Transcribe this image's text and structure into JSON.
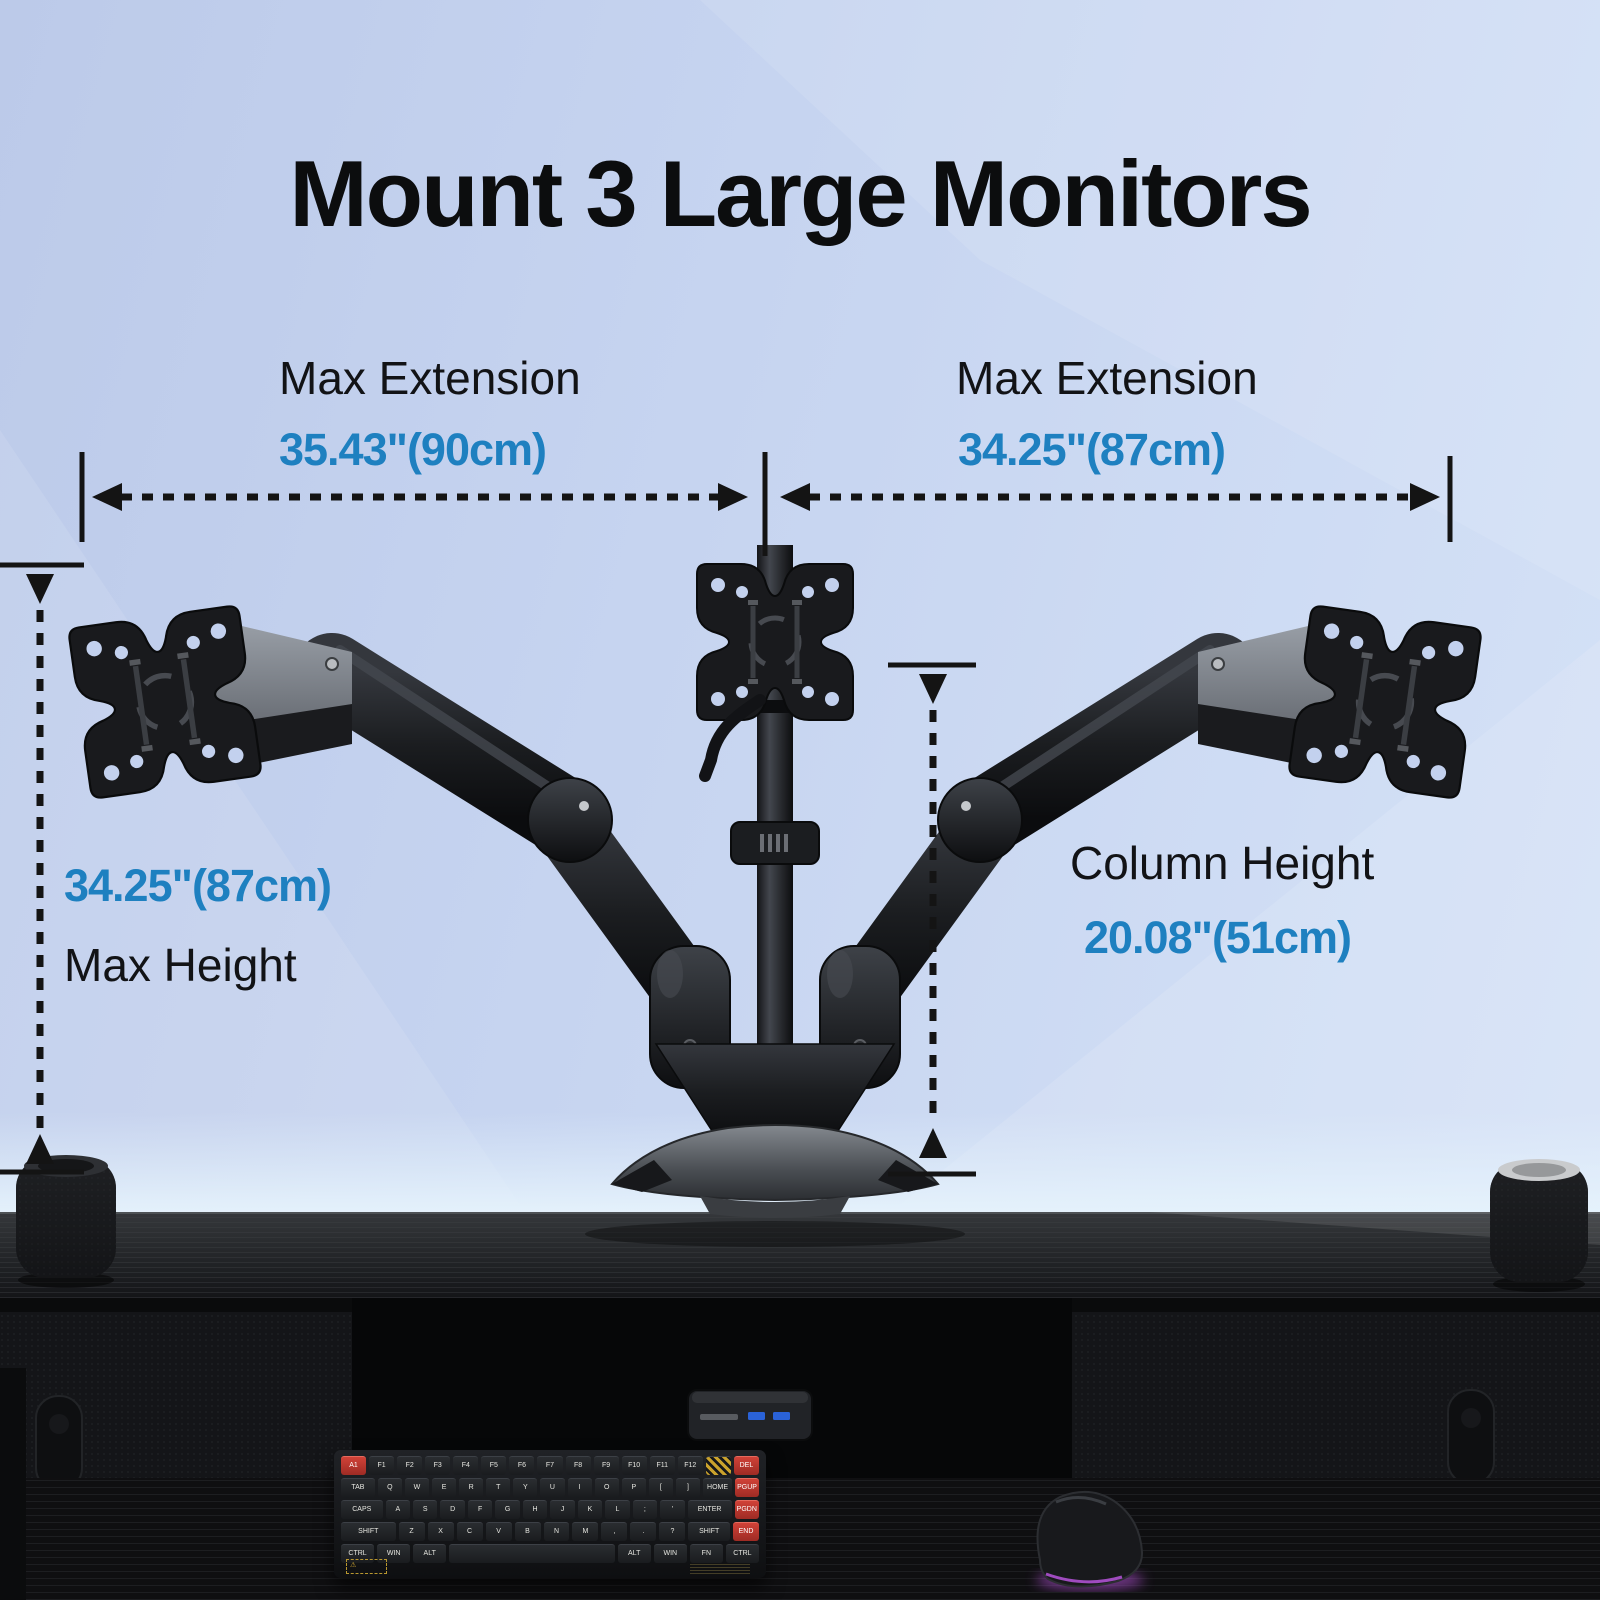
{
  "title": "Mount 3 Large Monitors",
  "colors": {
    "accent_blue": "#1e80c0",
    "text_black": "#101114",
    "bg_top": "#bccae9",
    "bg_bottom": "#d6e3f7",
    "arm_black": "#17181b",
    "desk_dark": "#141518",
    "red_key": "#c23a30",
    "mouse_glow": "#c257e8"
  },
  "dimensions": {
    "left_extension": {
      "label": "Max Extension",
      "value": "35.43\"(90cm)"
    },
    "right_extension": {
      "label": "Max Extension",
      "value": "34.25\"(87cm)"
    },
    "max_height": {
      "value": "34.25\"(87cm)",
      "label": "Max Height"
    },
    "column_height": {
      "label": "Column Height",
      "value": "20.08\"(51cm)"
    }
  },
  "keyboard": {
    "rows": [
      [
        {
          "t": "A1",
          "r": 1
        },
        {
          "t": "F1"
        },
        {
          "t": "F2"
        },
        {
          "t": "F3"
        },
        {
          "t": "F4"
        },
        {
          "t": "F5"
        },
        {
          "t": "F6"
        },
        {
          "t": "F7"
        },
        {
          "t": "F8"
        },
        {
          "t": "F9"
        },
        {
          "t": "F10"
        },
        {
          "t": "F11"
        },
        {
          "t": "F12"
        },
        {
          "t": "",
          "s": 1
        },
        {
          "t": "DEL",
          "r": 1
        }
      ],
      [
        {
          "t": "TAB",
          "w": 1.4
        },
        {
          "t": "Q"
        },
        {
          "t": "W"
        },
        {
          "t": "E"
        },
        {
          "t": "R"
        },
        {
          "t": "T"
        },
        {
          "t": "Y"
        },
        {
          "t": "U"
        },
        {
          "t": "I"
        },
        {
          "t": "O"
        },
        {
          "t": "P"
        },
        {
          "t": "["
        },
        {
          "t": "]"
        },
        {
          "t": "HOME",
          "w": 1.2
        },
        {
          "t": "PGUP",
          "r": 1
        }
      ],
      [
        {
          "t": "CAPS",
          "w": 1.7
        },
        {
          "t": "A"
        },
        {
          "t": "S"
        },
        {
          "t": "D"
        },
        {
          "t": "F"
        },
        {
          "t": "G"
        },
        {
          "t": "H"
        },
        {
          "t": "J"
        },
        {
          "t": "K"
        },
        {
          "t": "L"
        },
        {
          "t": ";"
        },
        {
          "t": "'"
        },
        {
          "t": "ENTER",
          "w": 1.8
        },
        {
          "t": "PGDN",
          "r": 1
        }
      ],
      [
        {
          "t": "SHIFT",
          "w": 2.1
        },
        {
          "t": "Z"
        },
        {
          "t": "X"
        },
        {
          "t": "C"
        },
        {
          "t": "V"
        },
        {
          "t": "B"
        },
        {
          "t": "N"
        },
        {
          "t": "M"
        },
        {
          "t": ","
        },
        {
          "t": "."
        },
        {
          "t": "?"
        },
        {
          "t": "SHIFT",
          "w": 1.6
        },
        {
          "t": "END",
          "r": 1
        }
      ],
      [
        {
          "t": "CTRL",
          "w": 1.2
        },
        {
          "t": "WIN",
          "w": 1.2
        },
        {
          "t": "ALT",
          "w": 1.2
        },
        {
          "t": "",
          "w": 6
        },
        {
          "t": "ALT",
          "w": 1.2
        },
        {
          "t": "WIN",
          "w": 1.2
        },
        {
          "t": "FN",
          "w": 1.2
        },
        {
          "t": "CTRL",
          "w": 1.2
        }
      ]
    ],
    "sticker": "⚠"
  }
}
